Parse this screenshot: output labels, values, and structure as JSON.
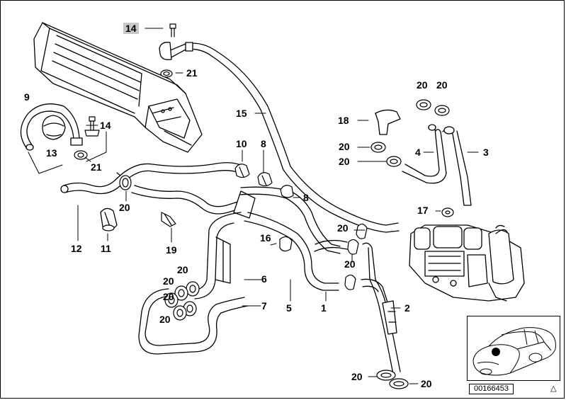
{
  "labels": {
    "l14a": "14",
    "l21a": "21",
    "l9": "9",
    "l13": "13",
    "l14b": "14",
    "l21b": "21",
    "l15": "15",
    "l10": "10",
    "l8a": "8",
    "l8b": "8",
    "l20_1": "20",
    "l12": "12",
    "l11": "11",
    "l19": "19",
    "l16": "16",
    "l20_2": "20",
    "l20_3": "20",
    "l20_4": "20",
    "l20_5": "20",
    "l6": "6",
    "l7": "7",
    "l5": "5",
    "l1": "1",
    "l18": "18",
    "l20_6": "20",
    "l20_7": "20",
    "l20_8": "20",
    "l20_9": "20",
    "l4": "4",
    "l3": "3",
    "l17": "17",
    "l20_10": "20",
    "l20_11": "20",
    "l2": "2",
    "l20_12": "20",
    "l20_13": "20"
  },
  "reference_number": "00166453",
  "triangle_glyph": "△",
  "colors": {
    "line": "#000000",
    "background": "#ffffff",
    "highlight": "#c8c8c8"
  }
}
